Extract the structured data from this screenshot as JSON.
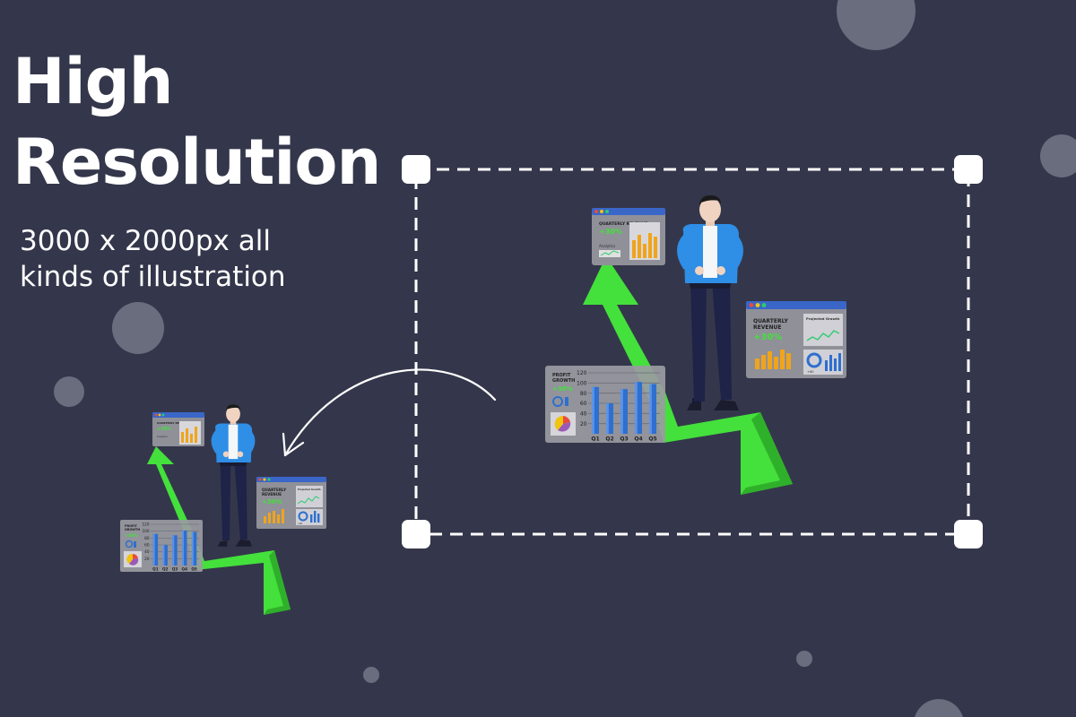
{
  "headline": {
    "line1": "High",
    "line2": "Resolution"
  },
  "subtext": {
    "line1": "3000 x 2000px all",
    "line2": "kinds of illustration"
  },
  "large_illustration": {
    "top_card": {
      "title": "QUARTERLY REVENUE",
      "value": "+30%",
      "footer": "Analytics"
    },
    "right_card": {
      "title_line1": "QUARTERLY",
      "title_line2": "REVENUE",
      "value": "+30%",
      "side_title": "Projected Growth",
      "small_value": "+60"
    },
    "bar_card": {
      "title_line1": "PROFIT",
      "title_line2": "GROWTH",
      "value": "+30%",
      "y_ticks": [
        "120",
        "100",
        "80",
        "60",
        "40",
        "20"
      ],
      "categories": [
        "Q1",
        "Q2",
        "Q3",
        "Q4",
        "Q5"
      ],
      "bar_values": [
        92,
        60,
        88,
        102,
        98
      ]
    }
  },
  "small_illustration": {
    "top_card": {
      "title": "QUARTERLY REVENUE",
      "value": "+30%",
      "footer": "Analytics"
    },
    "right_card": {
      "title_line1": "QUARTERLY",
      "title_line2": "REVENUE",
      "value": "+30%",
      "side_title": "Projected Growth",
      "small_value": "+60"
    },
    "bar_card": {
      "title_line1": "PROFIT",
      "title_line2": "GROWTH",
      "value": "+30%",
      "y_ticks": [
        "120",
        "100",
        "80",
        "60",
        "40",
        "20"
      ],
      "categories": [
        "Q1",
        "Q2",
        "Q3",
        "Q4",
        "Q5"
      ],
      "bar_values": [
        92,
        60,
        88,
        102,
        98
      ]
    }
  },
  "colors": {
    "background": "#34374b",
    "arrow_green": "#44e03c",
    "jacket_blue": "#2f8ee6",
    "bar_blue": "#2e6fcf",
    "bar_orange": "#f0a41c",
    "card_header_blue": "#3a66c8"
  }
}
